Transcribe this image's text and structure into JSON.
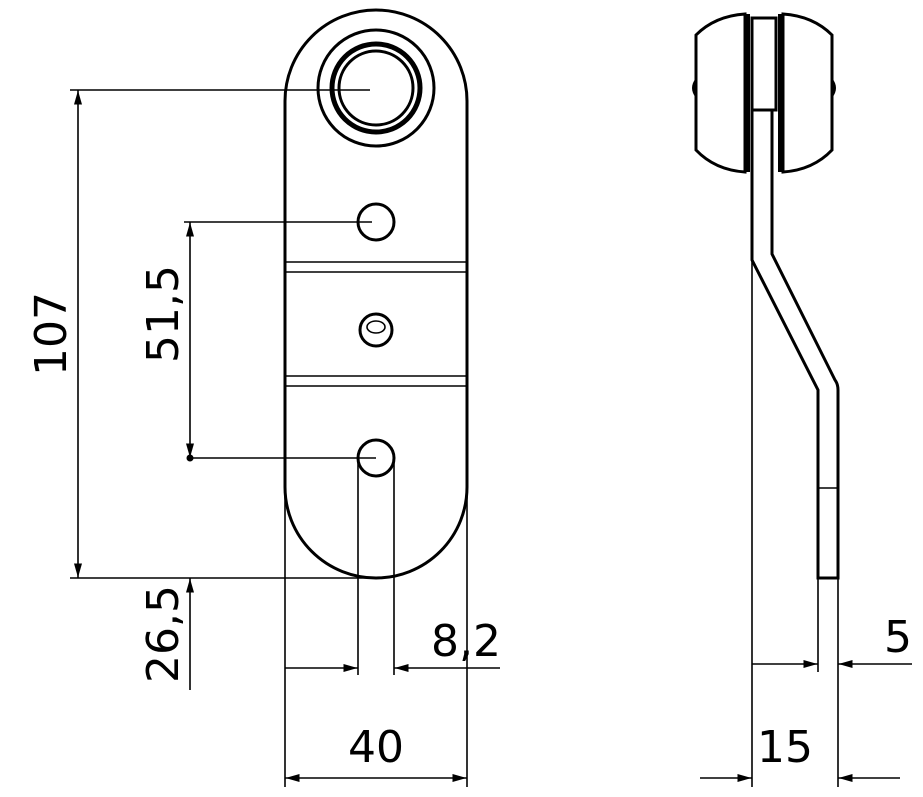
{
  "dimensions": {
    "overall_height": "107",
    "hole_spacing": "51,5",
    "bottom_offset": "26,5",
    "hole_diameter": "8,2",
    "width": "40",
    "side_depth": "15",
    "thickness": "5"
  },
  "colors": {
    "line": "#000000",
    "background": "#ffffff"
  }
}
